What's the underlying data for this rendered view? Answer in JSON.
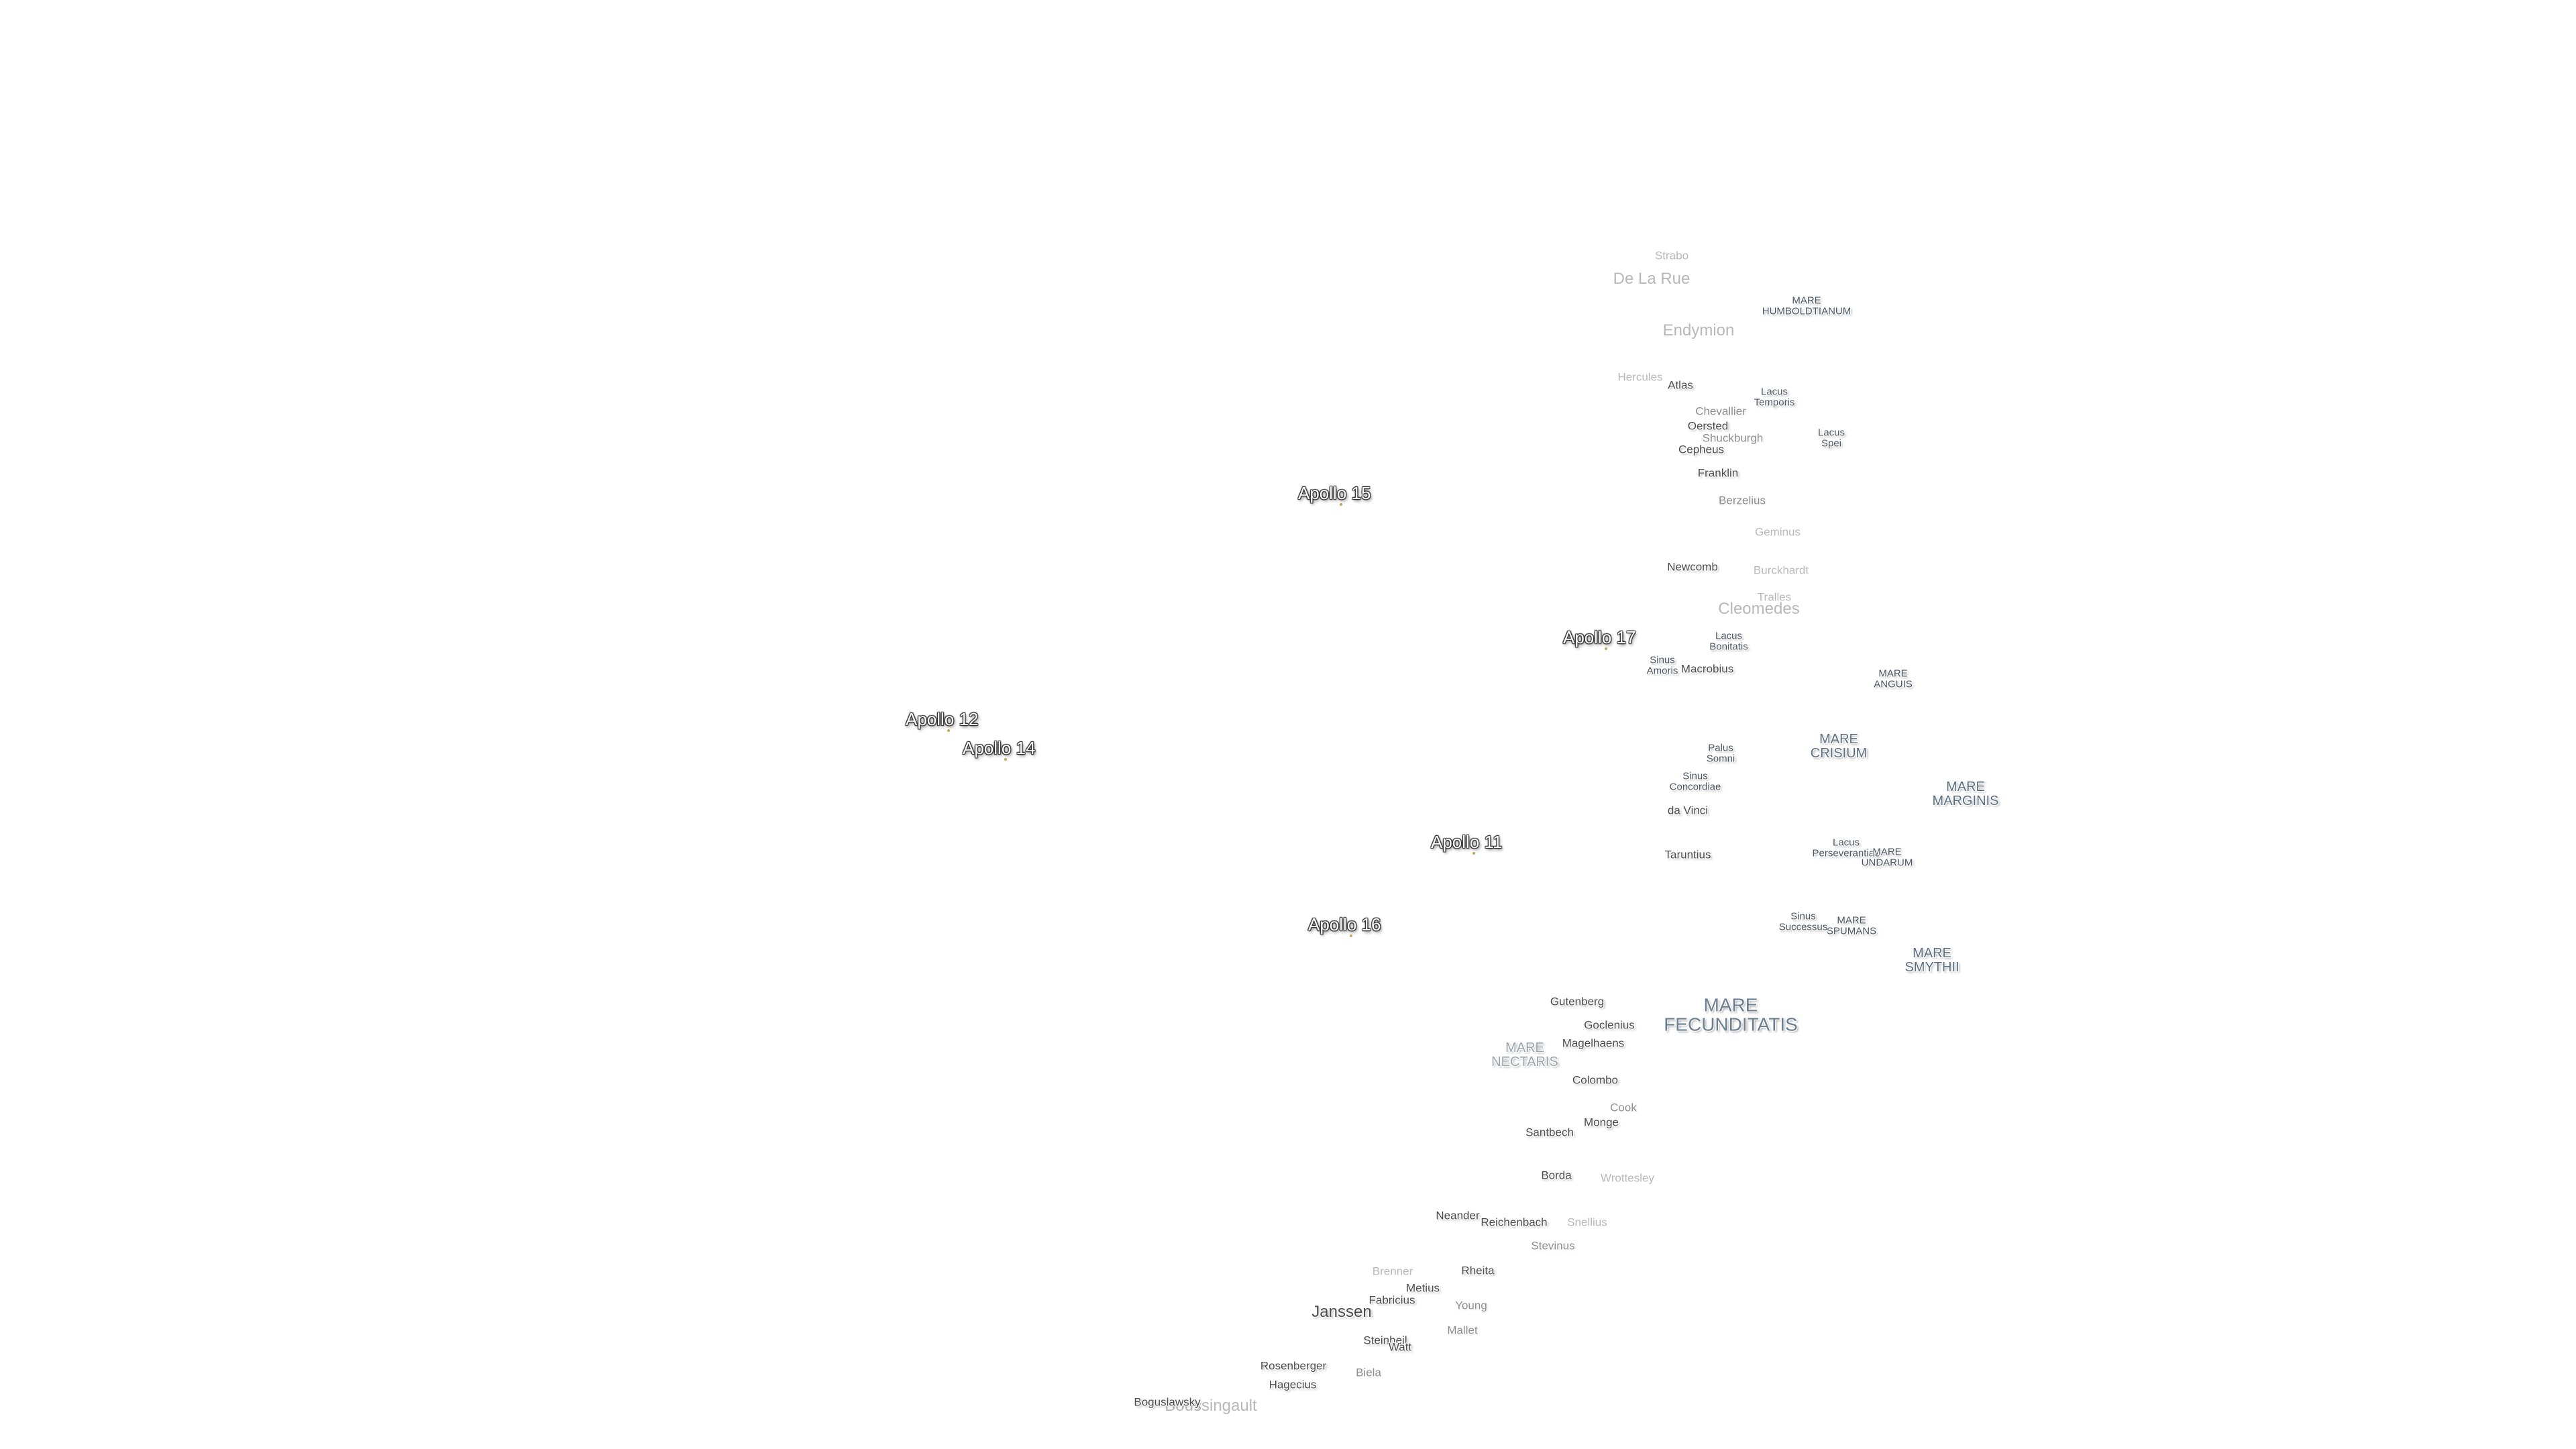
{
  "apollo": [
    {
      "id": "a15",
      "label": "Apollo 15"
    },
    {
      "id": "a17",
      "label": "Apollo 17"
    },
    {
      "id": "a12",
      "label": "Apollo 12"
    },
    {
      "id": "a14",
      "label": "Apollo 14"
    },
    {
      "id": "a11",
      "label": "Apollo 11"
    },
    {
      "id": "a16",
      "label": "Apollo 16"
    }
  ],
  "maria": {
    "humboldtianum": "MARE HUMBOLDTIANUM",
    "lacus_temporis": "Lacus Temporis",
    "lacus_spei": "Lacus Spei",
    "lacus_bonitatis": "Lacus Bonitatis",
    "sinus_amoris": "Sinus Amoris",
    "mare_anguis": "MARE ANGUIS",
    "mare_crisium": "MARE CRISIUM",
    "palus_somni": "Palus Somni",
    "sinus_concordiae": "Sinus Concordiae",
    "mare_marginis": "MARE MARGINIS",
    "lacus_perseverantiae": "Lacus Perseverantiae",
    "mare_undarum": "MARE UNDARUM",
    "sinus_successus": "Sinus Successus",
    "mare_spumans": "MARE SPUMANS",
    "mare_smythii": "MARE SMYTHII",
    "mare_fecunditatis": "MARE FECUNDITATIS",
    "mare_nectaris": "MARE NECTARIS"
  },
  "craters": {
    "strabo": "Strabo",
    "de_la_rue": "De La Rue",
    "endymion": "Endymion",
    "hercules": "Hercules",
    "atlas": "Atlas",
    "chevallier": "Chevallier",
    "oersted": "Oersted",
    "shuckburgh": "Shuckburgh",
    "cepheus": "Cepheus",
    "franklin": "Franklin",
    "berzelius": "Berzelius",
    "geminus": "Geminus",
    "newcomb": "Newcomb",
    "burckhardt": "Burckhardt",
    "tralles": "Tralles",
    "cleomedes": "Cleomedes",
    "macrobius": "Macrobius",
    "da_vinci": "da Vinci",
    "taruntius": "Taruntius",
    "gutenberg": "Gutenberg",
    "goclenius": "Goclenius",
    "magelhaens": "Magelhaens",
    "colombo": "Colombo",
    "cook": "Cook",
    "monge": "Monge",
    "santbech": "Santbech",
    "borda": "Borda",
    "wrottesley": "Wrottesley",
    "neander": "Neander",
    "reichenbach": "Reichenbach",
    "snellius": "Snellius",
    "stevinus": "Stevinus",
    "brenner": "Brenner",
    "rheita": "Rheita",
    "metius": "Metius",
    "fabricius": "Fabricius",
    "janssen": "Janssen",
    "young": "Young",
    "steinheil": "Steinheil",
    "watt": "Watt",
    "mallet": "Mallet",
    "rosenberger": "Rosenberger",
    "biela": "Biela",
    "hagecius": "Hagecius",
    "boguslawsky": "Boguslawsky",
    "boussingault": "Boussingault"
  }
}
